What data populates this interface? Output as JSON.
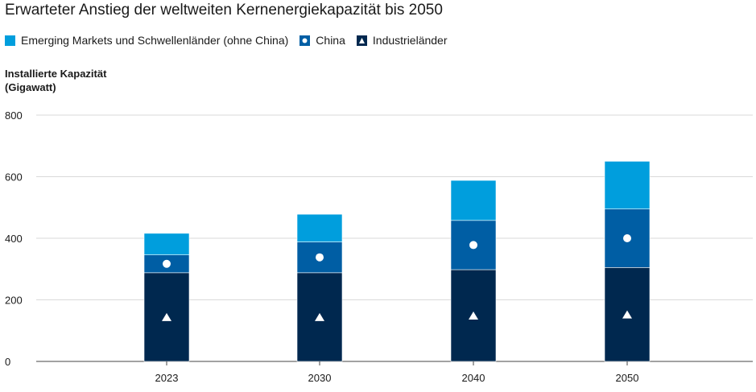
{
  "chart_data": {
    "type": "bar",
    "stacked": true,
    "title": "Erwarteter Anstieg der weltweiten Kernenergiekapazität bis 2050",
    "ylabel": "Installierte Kapazität (Gigawatt)",
    "ylabel_lines": [
      "Installierte Kapazität",
      "(Gigawatt)"
    ],
    "xlabel": "",
    "ylim": [
      0,
      800
    ],
    "yticks": [
      0,
      200,
      400,
      600,
      800
    ],
    "categories": [
      "2023",
      "2030",
      "2040",
      "2050"
    ],
    "grid": true,
    "legend_position": "top-left",
    "series": [
      {
        "name": "Industrieländer",
        "color": "#00284f",
        "marker": "triangle",
        "values": [
          288,
          288,
          298,
          305
        ]
      },
      {
        "name": "China",
        "color": "#005ea4",
        "marker": "circle",
        "values": [
          58,
          100,
          160,
          190
        ]
      },
      {
        "name": "Emerging Markets und Schwellenländer (ohne China)",
        "color": "#009edd",
        "marker": "square",
        "values": [
          70,
          90,
          130,
          155
        ]
      }
    ]
  }
}
